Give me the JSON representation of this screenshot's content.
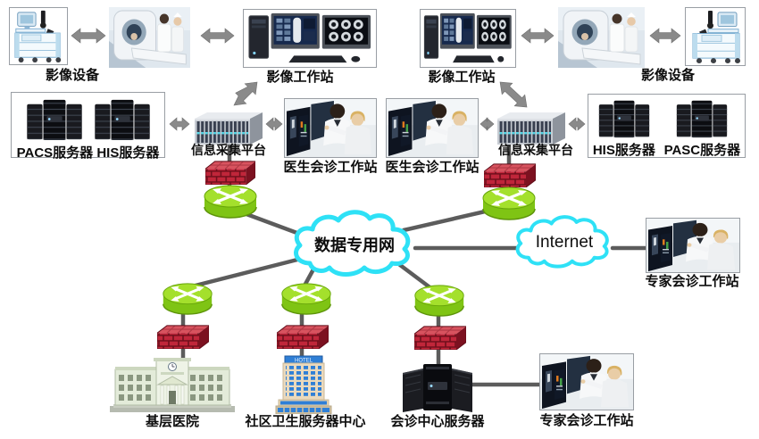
{
  "labels": {
    "imaging_device_left": "影像设备",
    "imaging_workstation_left": "影像工作站",
    "imaging_workstation_right": "影像工作站",
    "imaging_device_right": "影像设备",
    "pacs_his_servers": "PACS服务器 HIS服务器",
    "info_platform_left": "信息采集平台",
    "doctor_workstation_left": "医生会诊工作站",
    "doctor_workstation_right": "医生会诊工作站",
    "info_platform_right": "信息采集平台",
    "his_server": "HIS服务器",
    "pasc_server": "PASC服务器",
    "data_cloud": "数据专用网",
    "internet": "Internet",
    "expert_workstation_right": "专家会诊工作站",
    "hospital": "基层医院",
    "community_center": "社区卫生服务器中心",
    "consult_center_server": "会诊中心服务器",
    "expert_workstation_bottom": "专家会诊工作站",
    "community_sign": "HOTEL"
  },
  "colors": {
    "cloud_outline": "#2ee1f6",
    "router_green": "#7fc414",
    "firewall_red": "#c0263a",
    "arrow_gray": "#8a8a8a",
    "line_gray": "#5c5c5c",
    "building_blue": "#2f7fd6"
  },
  "icons": {
    "router": "green-router-cylinder",
    "firewall": "red-brick-firewall",
    "cloud": "network-cloud",
    "rack": "data-collection-rack",
    "server_cluster": "black-tower-server-cluster"
  }
}
